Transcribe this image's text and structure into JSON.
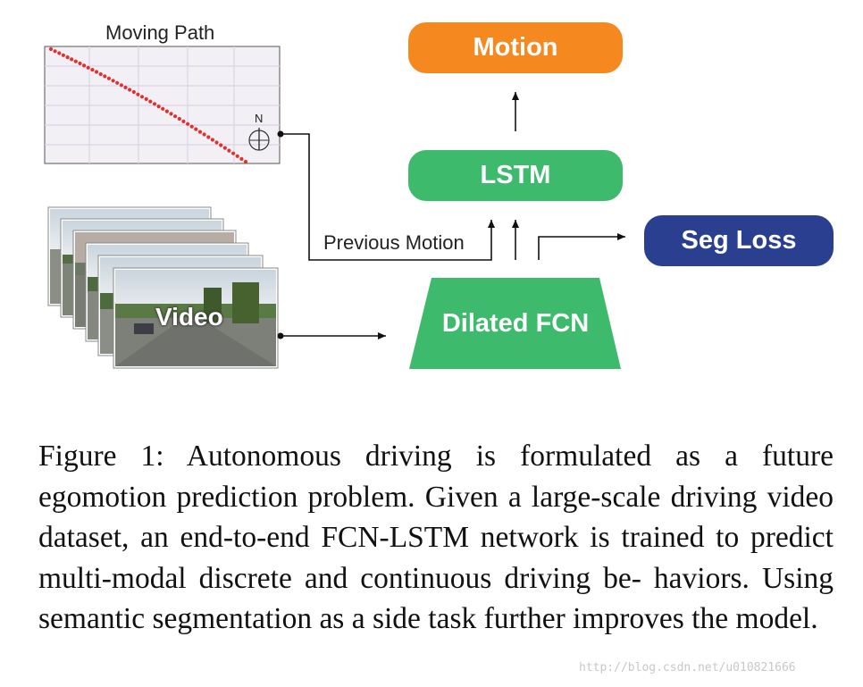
{
  "diagram": {
    "nodes": {
      "motion": {
        "label": "Motion",
        "color": "#f5891f"
      },
      "lstm": {
        "label": "LSTM",
        "color": "#3dba6b"
      },
      "dilated_fcn": {
        "label": "Dilated FCN",
        "color": "#3dba6b"
      },
      "seg_loss": {
        "label": "Seg Loss",
        "color": "#2a3f8f"
      }
    },
    "moving_path": {
      "title": "Moving Path",
      "compass_label": "N",
      "path_color": "#e03030"
    },
    "video": {
      "label": "Video"
    },
    "edges": {
      "previous_motion_label": "Previous Motion"
    }
  },
  "caption": {
    "text": "Figure 1:  Autonomous driving is formulated as a future egomotion prediction problem. Given a large-scale driving video dataset, an end-to-end FCN-LSTM network is trained to predict multi-modal discrete and continuous driving be- haviors. Using semantic segmentation as a side task further improves the model."
  },
  "watermark": {
    "text": "http://blog.csdn.net/u010821666"
  }
}
